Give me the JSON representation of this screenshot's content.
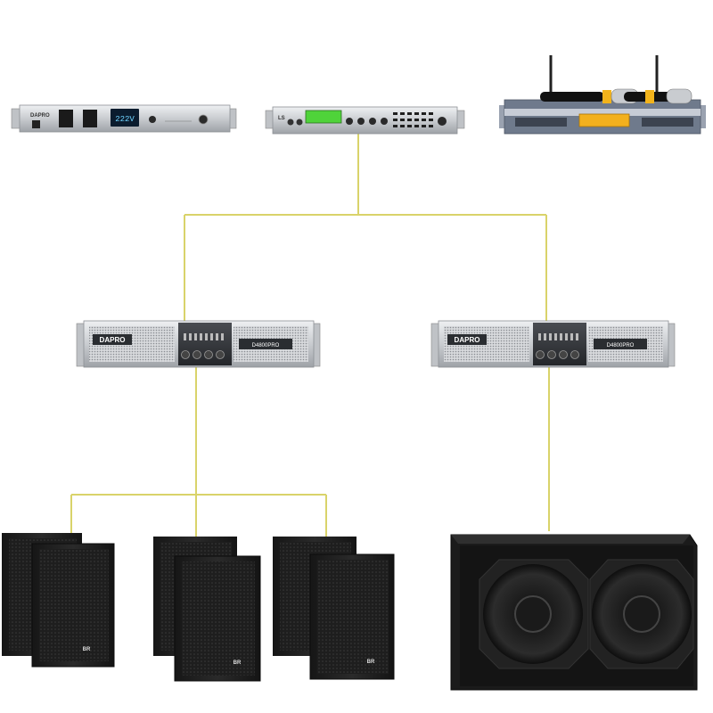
{
  "power_sequencer": {
    "brand": "DAPRO",
    "voltage_display": "222V"
  },
  "processor": {
    "brand": "LS"
  },
  "amplifier_left": {
    "brand": "DAPRO",
    "model": "D4800PRO"
  },
  "amplifier_right": {
    "brand": "DAPRO",
    "model": "D4800PRO"
  },
  "speaker_badge": "BR",
  "colors": {
    "cable": "#d9d36a",
    "rack_silver": "#c9ccd0",
    "speaker_black": "#1c1c1c"
  }
}
